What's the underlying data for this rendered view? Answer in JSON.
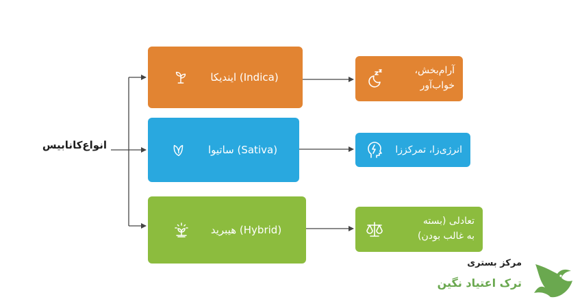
{
  "root": {
    "label": "انواع‌کانابیس"
  },
  "types": [
    {
      "label": "(Indica) ایندیکا",
      "icon": "sprout-icon",
      "color": "#e28432",
      "effect": {
        "line1": "آرام‌بخش،",
        "line2": "خواب‌آور",
        "icon": "sleep-moon-icon"
      }
    },
    {
      "label": "(Sativa) ساتیوا",
      "icon": "leaf-icon",
      "color": "#29a8df",
      "effect": {
        "line1": "انرژی‌زا، تمرکززا",
        "line2": "",
        "icon": "brain-energy-icon"
      }
    },
    {
      "label": "(Hybrid) هیبرید",
      "icon": "sparkle-plant-icon",
      "color": "#8cbc3e",
      "effect": {
        "line1": "تعادلی (بسته",
        "line2": "به غالب بودن)",
        "icon": "balance-scale-icon"
      }
    }
  ],
  "brand": {
    "line1": "مرکز بستری",
    "line2": "ترک اعتیاد نگین",
    "logo_color": "#6aa84f",
    "logo_icon": "dove-icon"
  }
}
